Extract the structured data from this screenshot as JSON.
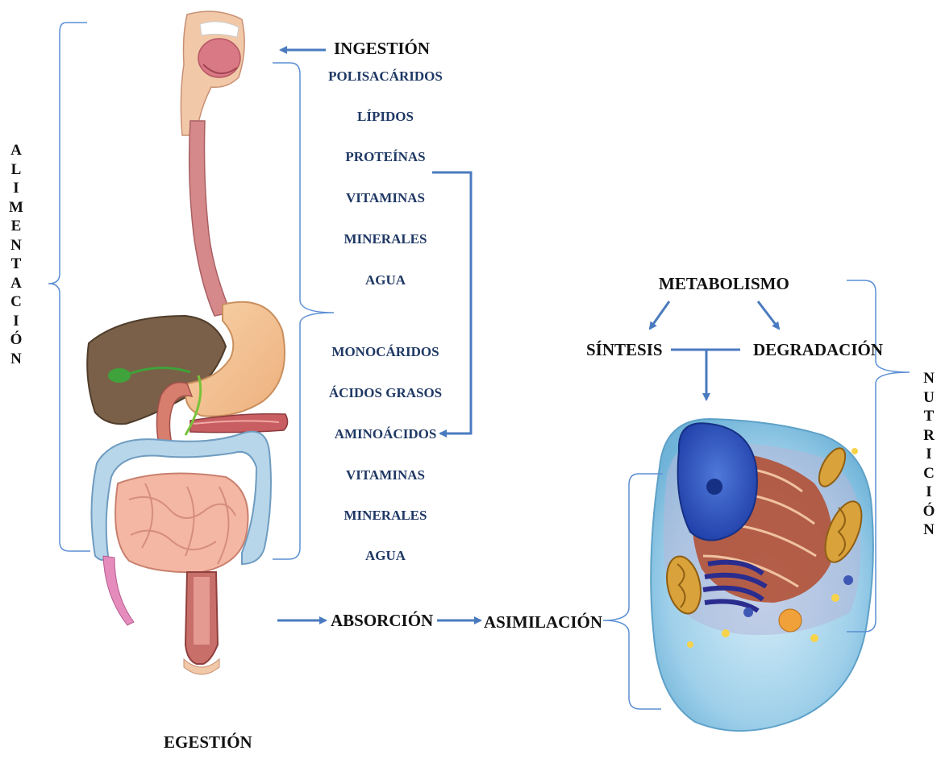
{
  "title": "",
  "labels": {
    "ingestion": "INGESTIÓN",
    "egestion": "EGESTIÓN",
    "absorcion": "ABSORCIÓN",
    "asimilacion": "ASIMILACIÓN",
    "metabolismo": "METABOLISMO",
    "sintesis": "SÍNTESIS",
    "degradacion": "DEGRADACIÓN",
    "alimentacion_vertical": "ALIMENTACIÓN",
    "nutricion_vertical": "NUTRICIÓN"
  },
  "nutrients_before": [
    "POLISACÁRIDOS",
    "LÍPIDOS",
    "PROTEÍNAS",
    "VITAMINAS",
    "MINERALES",
    "AGUA"
  ],
  "nutrients_after": [
    "MONOCÁRIDOS",
    "ÁCIDOS GRASOS",
    "AMINOÁCIDOS",
    "VITAMINAS",
    "MINERALES",
    "AGUA"
  ],
  "illustrations": {
    "digestive_system": "digestive-system-illustration",
    "animal_cell": "animal-cell-illustration"
  },
  "colors": {
    "arrow": "#4a7bc0",
    "bracket": "#5b8fd4",
    "nutrient_text": "#1f3864",
    "label_text": "#111111"
  }
}
